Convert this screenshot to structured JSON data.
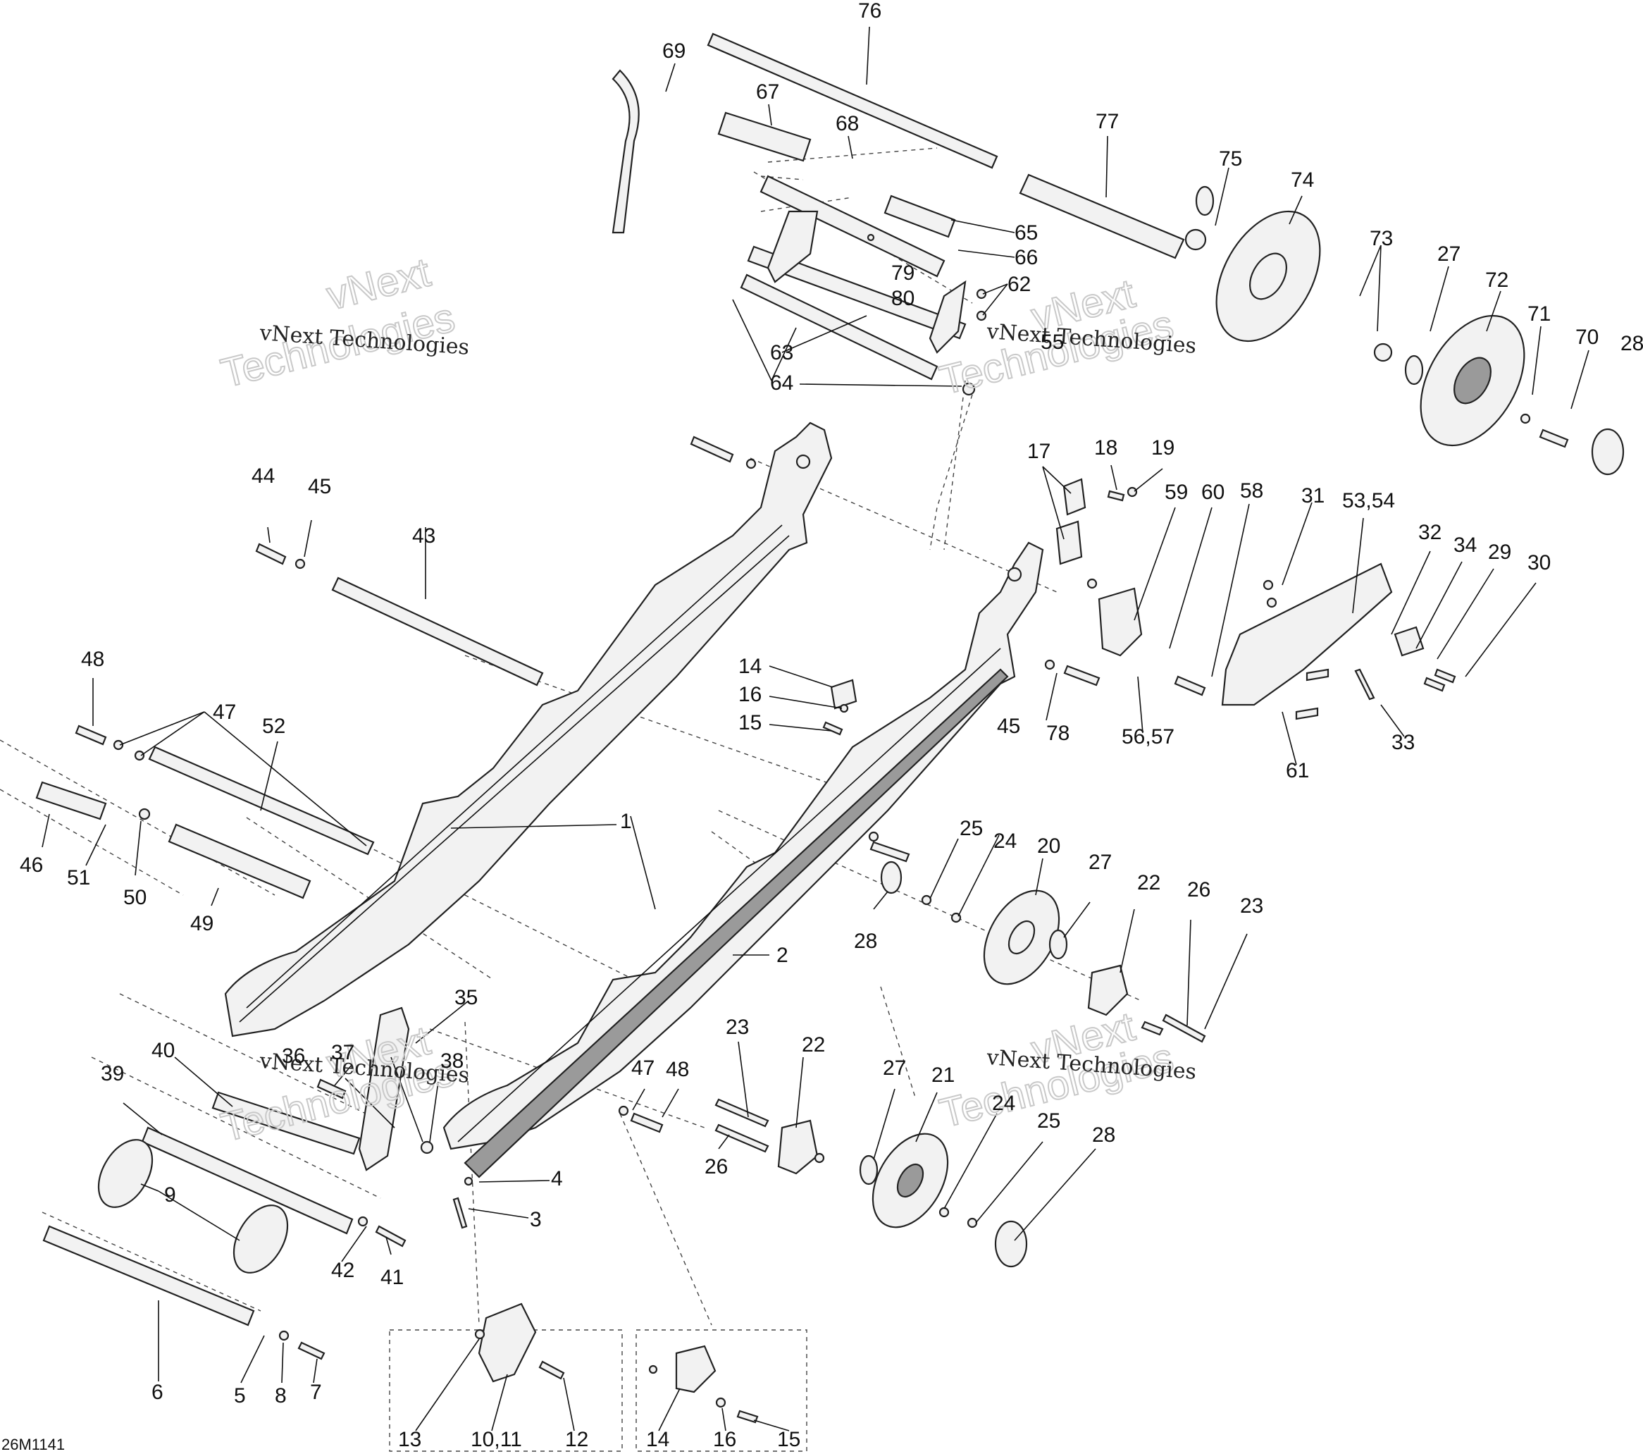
{
  "diagram_code": "26M1141",
  "watermark": {
    "company": "vNext Technologies",
    "big_line1": "vNext",
    "big_line2": "Technologies"
  },
  "callouts": {
    "c1": "1",
    "c2": "2",
    "c3": "3",
    "c4": "4",
    "c5": "5",
    "c6": "6",
    "c7": "7",
    "c8": "8",
    "c9": "9",
    "c10_11": "10,11",
    "c12": "12",
    "c13": "13",
    "c14a": "14",
    "c14b": "14",
    "c15a": "15",
    "c15b": "15",
    "c16a": "16",
    "c16b": "16",
    "c17": "17",
    "c18": "18",
    "c19": "19",
    "c20": "20",
    "c21": "21",
    "c22a": "22",
    "c22b": "22",
    "c23a": "23",
    "c23b": "23",
    "c24a": "24",
    "c24b": "24",
    "c25a": "25",
    "c25b": "25",
    "c26a": "26",
    "c26b": "26",
    "c27a": "27",
    "c27b": "27",
    "c27c": "27",
    "c28a": "28",
    "c28b": "28",
    "c28c": "28",
    "c29": "29",
    "c30": "30",
    "c31": "31",
    "c32": "32",
    "c33": "33",
    "c34": "34",
    "c35": "35",
    "c36": "36",
    "c37": "37",
    "c38": "38",
    "c39": "39",
    "c40": "40",
    "c41": "41",
    "c42": "42",
    "c43": "43",
    "c44": "44",
    "c45a": "45",
    "c45b": "45",
    "c46": "46",
    "c47a": "47",
    "c47b": "47",
    "c48a": "48",
    "c48b": "48",
    "c49": "49",
    "c50": "50",
    "c51": "51",
    "c52": "52",
    "c53_54": "53,54",
    "c55": "55",
    "c56_57": "56,57",
    "c58": "58",
    "c59": "59",
    "c60": "60",
    "c61": "61",
    "c62": "62",
    "c63": "63",
    "c64": "64",
    "c65": "65",
    "c66": "66",
    "c67": "67",
    "c68": "68",
    "c69": "69",
    "c70": "70",
    "c71": "71",
    "c72": "72",
    "c73": "73",
    "c74": "74",
    "c75": "75",
    "c76": "76",
    "c77": "77",
    "c78": "78",
    "c79": "79",
    "c80": "80"
  }
}
